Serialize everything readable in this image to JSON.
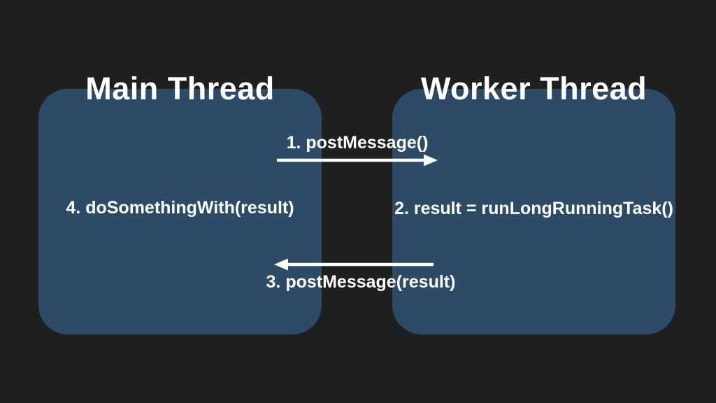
{
  "colors": {
    "background": "#1e1f20",
    "node_fill": "#2d4a66",
    "text": "#ffffff",
    "arrow": "#ffffff"
  },
  "nodes": [
    {
      "id": "main-thread",
      "title": "Main Thread",
      "label": "4. doSomethingWith(result)"
    },
    {
      "id": "worker-thread",
      "title": "Worker Thread",
      "label": "2. result = runLongRunningTask()"
    }
  ],
  "edges": [
    {
      "label": "1. postMessage()",
      "direction": "right",
      "from": "main-thread",
      "to": "worker-thread"
    },
    {
      "label": "3. postMessage(result)",
      "direction": "left",
      "from": "worker-thread",
      "to": "main-thread"
    }
  ]
}
